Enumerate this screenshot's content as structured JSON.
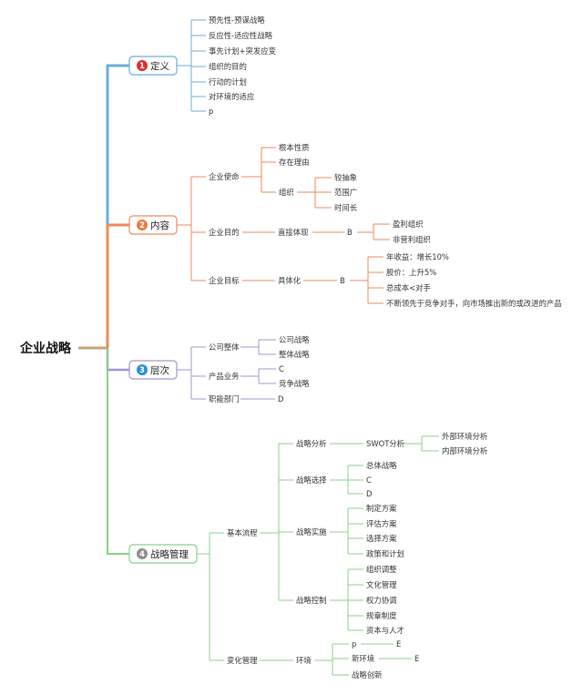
{
  "root": "企业战略",
  "colors": {
    "root_line": "#c9a27b",
    "b1": "#6aaed6",
    "b1_badge": "#dd2f2f",
    "b2": "#ec8a5b",
    "b2_badge": "#ec7a3c",
    "b3": "#a294cf",
    "b3_badge": "#2a8fd5",
    "b4": "#8bd08a",
    "b4_badge": "#8e8e8e"
  },
  "b1": {
    "num": "1",
    "label": "定义",
    "items": [
      "预先性-预谋战略",
      "反应性-适应性战略",
      "事先计划+突发应变",
      "组织的目的",
      "行动的计划",
      "对环境的适应",
      "p"
    ]
  },
  "b2": {
    "num": "2",
    "label": "内容",
    "mission": {
      "label": "企业使命",
      "items": [
        "根本性质",
        "存在理由"
      ],
      "org": {
        "label": "组织",
        "items": [
          "较抽象",
          "范围广",
          "时间长"
        ]
      }
    },
    "purpose": {
      "label": "企业目的",
      "direct": "直接体现",
      "b": "B",
      "items": [
        "盈利组织",
        "非营利组织"
      ]
    },
    "goal": {
      "label": "企业目标",
      "concrete": "具体化",
      "b": "B",
      "items": [
        "年收益：增长10%",
        "股价：上升5%",
        "总成本<对手",
        "不断领先于竞争对手，向市场推出新的或改进的产品"
      ]
    }
  },
  "b3": {
    "num": "3",
    "label": "层次",
    "company": {
      "label": "公司整体",
      "items": [
        "公司战略",
        "整体战略"
      ]
    },
    "business": {
      "label": "产品业务",
      "items": [
        "C",
        "竞争战略"
      ]
    },
    "function": {
      "label": "职能部门",
      "item": "D"
    }
  },
  "b4": {
    "num": "4",
    "label": "战略管理",
    "basic": {
      "label": "基本流程",
      "analysis": {
        "label": "战略分析",
        "swot": "SWOT分析",
        "items": [
          "外部环境分析",
          "内部环境分析"
        ]
      },
      "choice": {
        "label": "战略选择",
        "items": [
          "总体战略",
          "C",
          "D"
        ]
      },
      "implement": {
        "label": "战略实施",
        "items": [
          "制定方案",
          "评估方案",
          "选择方案",
          "政策和计划"
        ]
      },
      "control": {
        "label": "战略控制",
        "items": [
          "组织调整",
          "文化管理",
          "权力协调",
          "规章制度",
          "资本与人才"
        ]
      }
    },
    "change": {
      "label": "变化管理",
      "env": {
        "label": "环境",
        "p": "p",
        "p_e": "E",
        "new": "新环境",
        "new_e": "E",
        "innov": "战略创新"
      }
    }
  }
}
